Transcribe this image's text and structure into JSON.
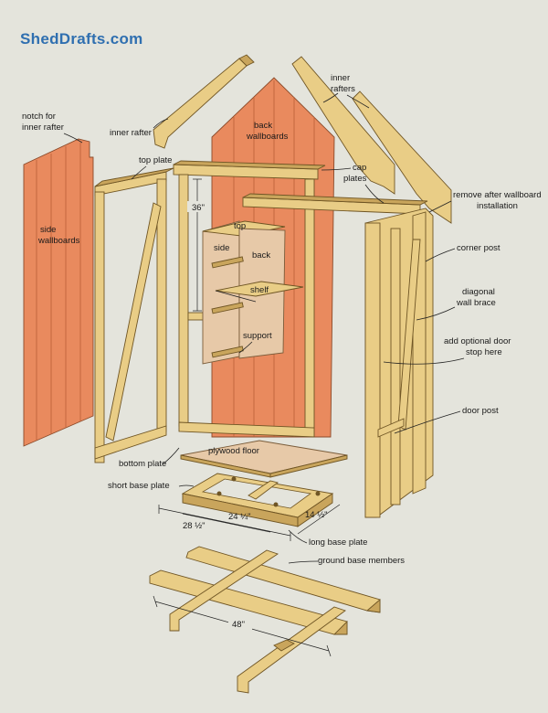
{
  "brand": "ShedDrafts.com",
  "labels": {
    "notch_for_inner_rafter": [
      "notch for",
      "inner rafter"
    ],
    "inner_rafter_left": "inner rafter",
    "inner_rafters": [
      "inner",
      "rafters"
    ],
    "back_wallboards": [
      "back",
      "wallboards"
    ],
    "top_plate": "top plate",
    "side_wallboards": [
      "side",
      "wallboards"
    ],
    "cap_plates": [
      "cap",
      "plates"
    ],
    "remove_after": [
      "remove after wallboard",
      "installation"
    ],
    "corner_post": "corner post",
    "diagonal_wall_brace": [
      "diagonal",
      "wall brace"
    ],
    "add_optional_door_stop": [
      "add optional door",
      "stop here"
    ],
    "door_post": "door post",
    "shelf_top": "top",
    "shelf_side": "side",
    "shelf_back": "back",
    "shelf": "shelf",
    "support": "support",
    "plywood_floor": "plywood floor",
    "bottom_plate": "bottom plate",
    "short_base_plate": "short base plate",
    "long_base_plate": "long base plate",
    "ground_base_members": "ground base members"
  },
  "dimensions": {
    "height_36": "36\"",
    "d_28": "28 ½\"",
    "d_24": "24 ¼\"",
    "d_14": "14 ½\"",
    "d_48": "48\""
  }
}
